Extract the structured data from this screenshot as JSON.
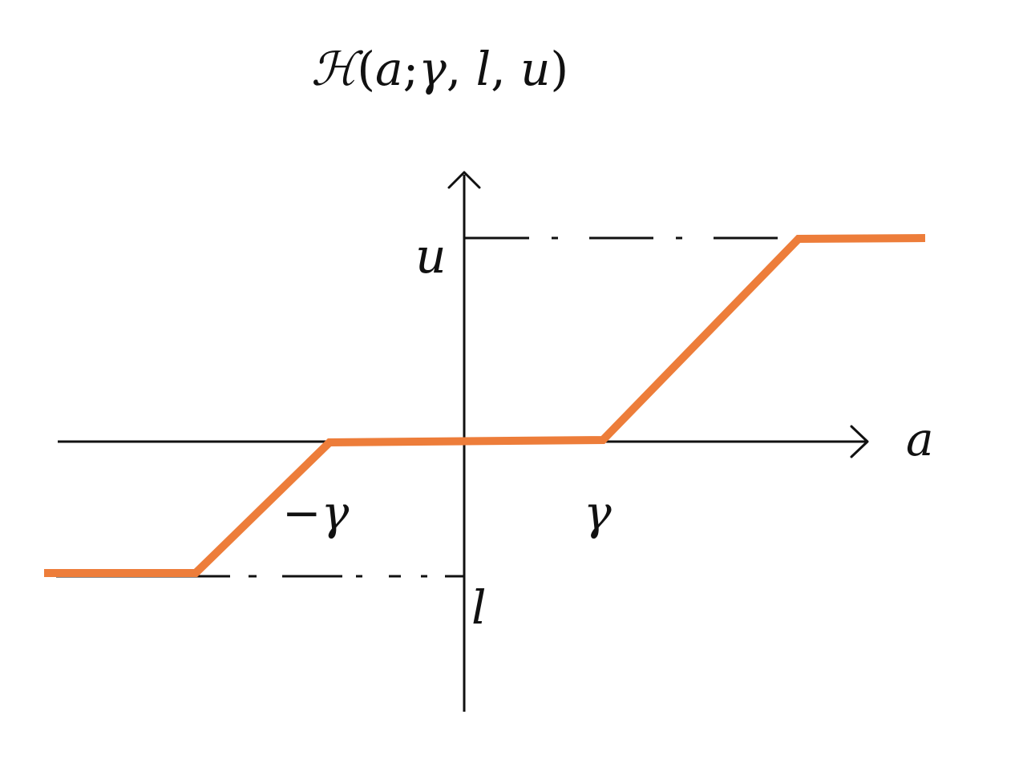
{
  "title": {
    "function_symbol": "ℋ",
    "open_paren": "(",
    "arg_main": "a",
    "separator": ";",
    "param_gamma": "γ",
    "comma1": ",",
    "param_l": "l",
    "comma2": ",",
    "param_u": "u",
    "close_paren": ")"
  },
  "axes": {
    "x_label": "a",
    "y_label": "ℋ(a; γ, l, u)"
  },
  "labels": {
    "upper_bound": "u",
    "lower_bound": "l",
    "neg_threshold": "−γ",
    "pos_threshold": "γ"
  },
  "colors": {
    "curve": "#ED7D3A",
    "axes": "#111111",
    "background": "#FFFFFF"
  },
  "chart_data": {
    "type": "line",
    "title": "ℋ(a; γ, l, u)",
    "xlabel": "a",
    "ylabel": "ℋ(a; γ, l, u)",
    "description": "Piecewise-linear dead-zone clipping function: constant l for a below l-breakpoint, linear ramp to 0 at −γ, zero between −γ and γ, linear ramp from γ up to u, constant u beyond.",
    "series": [
      {
        "name": "ℋ(a; γ, l, u)",
        "color": "#ED7D3A",
        "points": [
          {
            "x": "-∞",
            "y": "l"
          },
          {
            "x": "−γ − (−l)",
            "y": "l"
          },
          {
            "x": "−γ",
            "y": 0
          },
          {
            "x": "γ",
            "y": 0
          },
          {
            "x": "γ + u",
            "y": "u"
          },
          {
            "x": "+∞",
            "y": "u"
          }
        ]
      }
    ],
    "x_ticks": [
      "−γ",
      "γ"
    ],
    "y_ticks": [
      "u",
      "l"
    ],
    "reference_lines": [
      {
        "type": "dash-dot",
        "y": "u",
        "from_x": 0
      },
      {
        "type": "dash-dot",
        "y": "l",
        "to_x": 0
      }
    ],
    "grid": false,
    "legend": "none"
  }
}
